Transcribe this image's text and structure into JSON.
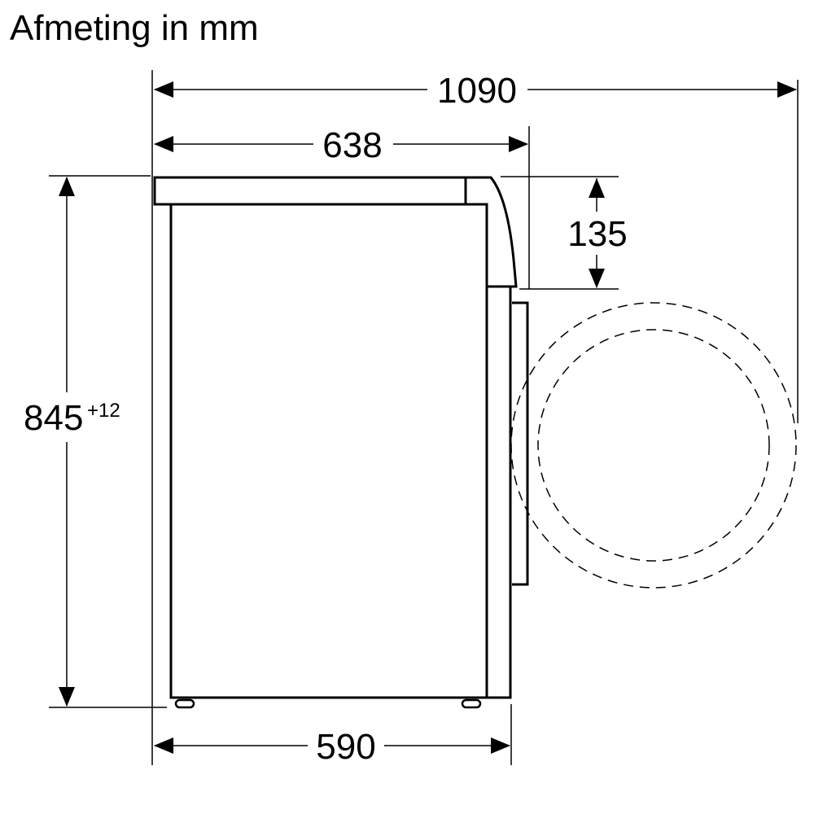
{
  "title": "Afmeting in mm",
  "dimensions": {
    "total_depth_door_open": "1090",
    "depth": "638",
    "worktop_height": "135",
    "height": "845",
    "height_tolerance": "+12",
    "width_bottom": "590"
  },
  "colors": {
    "line": "#000000",
    "background": "#ffffff"
  }
}
